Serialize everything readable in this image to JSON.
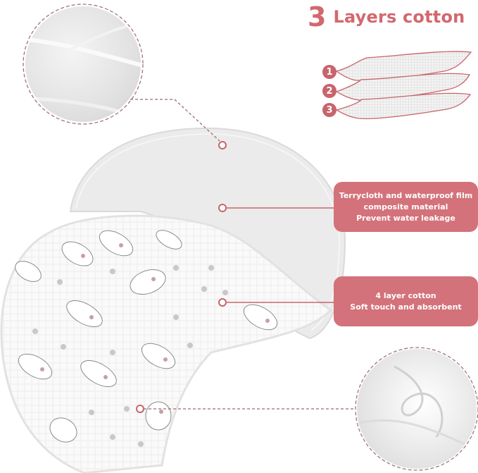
{
  "title": {
    "number": "3",
    "text": "Layers cotton"
  },
  "layers_diagram": {
    "labels": [
      "1",
      "2",
      "3"
    ],
    "accent": "#c8646b"
  },
  "callouts": [
    {
      "id": "terrycloth",
      "lines": [
        "Terrycloth and waterproof film",
        "composite material",
        "Prevent water leakage"
      ]
    },
    {
      "id": "cotton",
      "lines": [
        "4 layer cotton",
        "Soft touch and absorbent"
      ]
    }
  ],
  "zoom_circles": [
    {
      "id": "terry-texture-closeup"
    },
    {
      "id": "muslin-texture-closeup"
    }
  ],
  "colors": {
    "accent": "#d3727a",
    "title": "#d2686e",
    "dashed": "#9c6a6e"
  }
}
